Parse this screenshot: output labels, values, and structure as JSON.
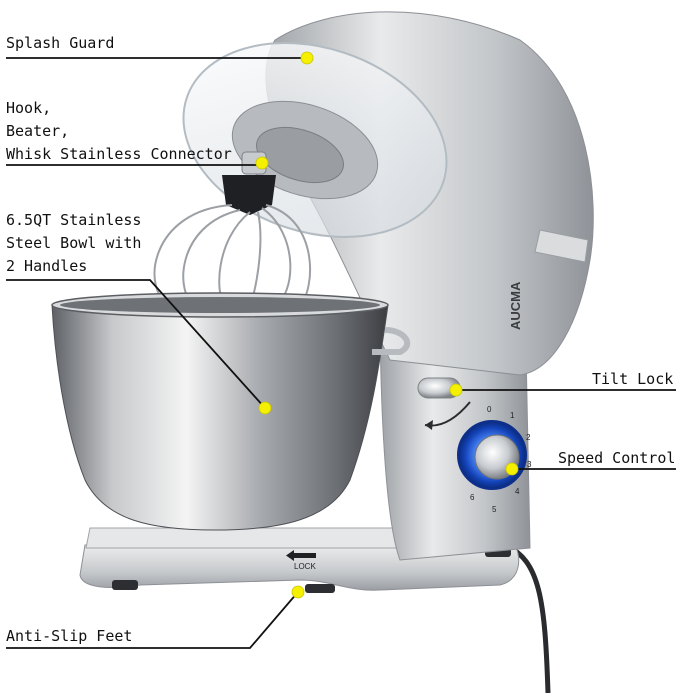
{
  "labels": {
    "splash_guard": "Splash Guard",
    "connector": [
      "Hook,",
      "Beater,",
      "Whisk Stainless Connector"
    ],
    "bowl": [
      "6.5QT Stainless",
      "Steel Bowl with",
      "2 Handles"
    ],
    "tilt_lock": "Tilt Lock",
    "speed_control": "Speed Control",
    "anti_slip_feet": "Anti-Slip Feet"
  },
  "product": {
    "brand": "AUCMA",
    "lock_text": "LOCK",
    "dial_numbers": [
      "0",
      "1",
      "2",
      "3",
      "4",
      "5",
      "6"
    ]
  },
  "colors": {
    "marker_dot": "#f5f000",
    "leader_line": "#111111",
    "body_silver": "#c9cbcd",
    "dial_blue": "#1e5fd8"
  },
  "icons": {
    "lock_arrow": "arrow-left-icon",
    "tilt_direction": "curved-arrow-icon"
  }
}
